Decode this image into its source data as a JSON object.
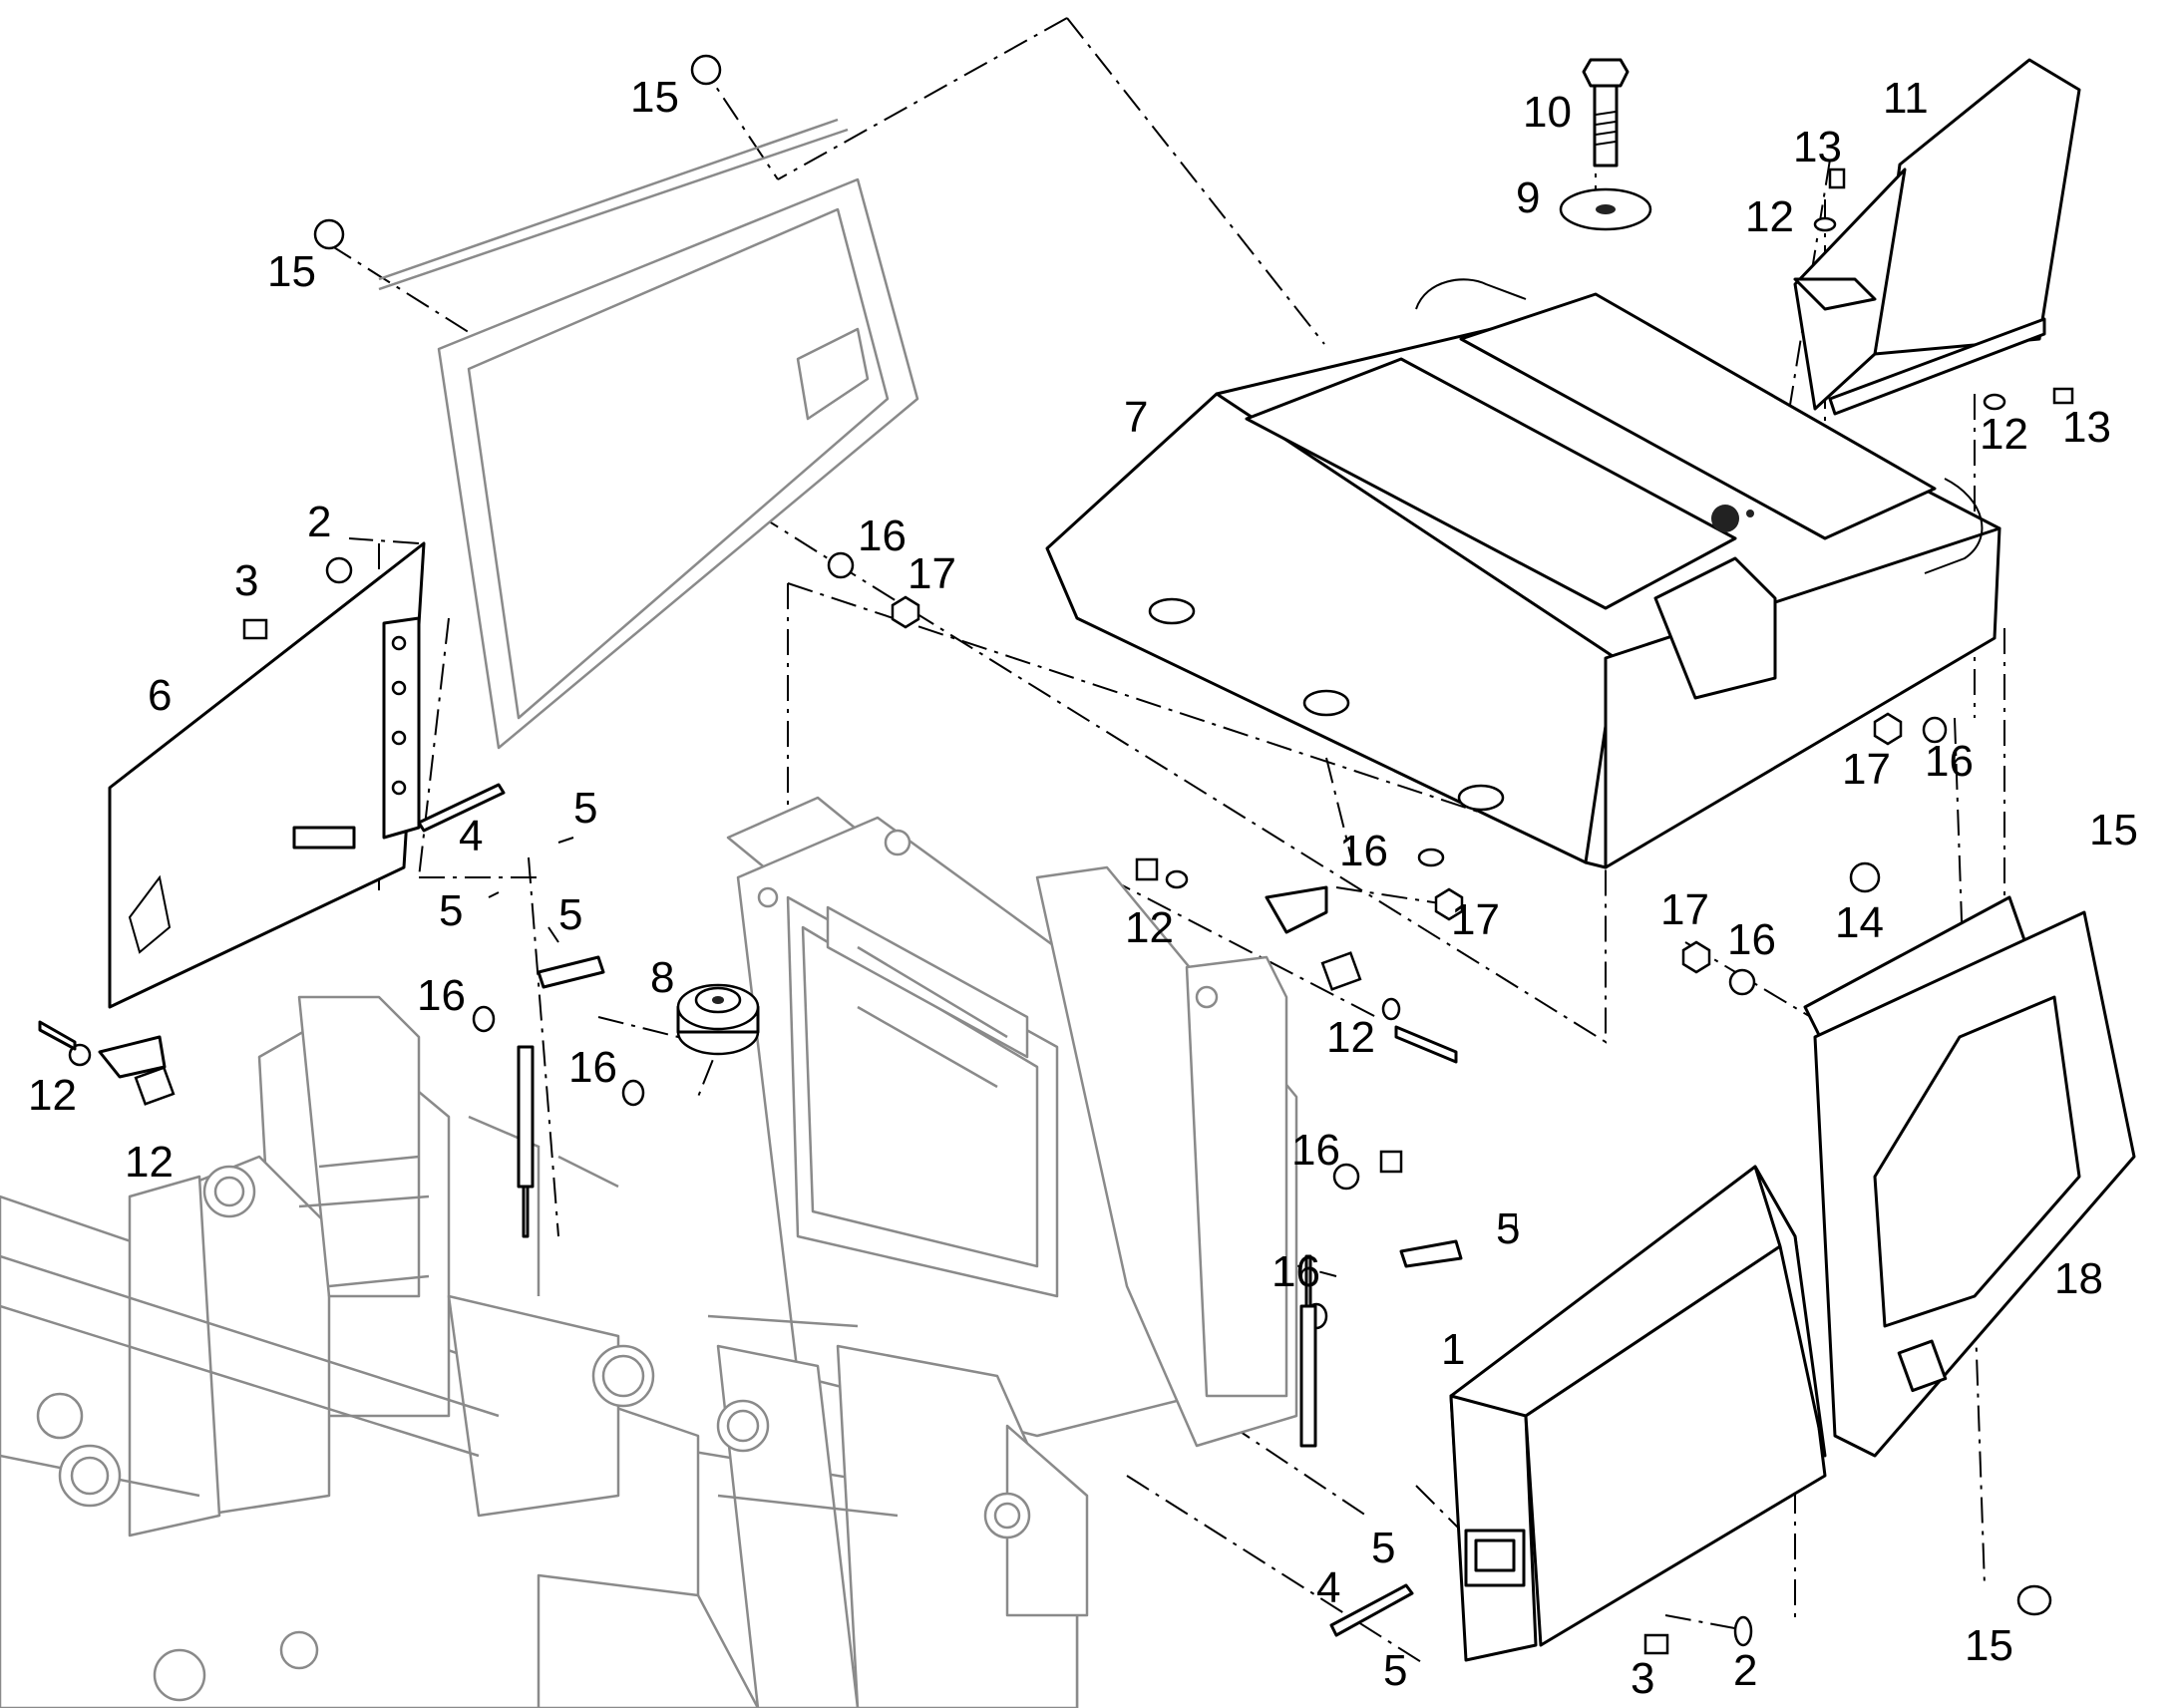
{
  "callouts": [
    {
      "id": "c15a",
      "text": "15"
    },
    {
      "id": "c15b",
      "text": "15"
    },
    {
      "id": "c2a",
      "text": "2"
    },
    {
      "id": "c3a",
      "text": "3"
    },
    {
      "id": "c6",
      "text": "6"
    },
    {
      "id": "c5a",
      "text": "5"
    },
    {
      "id": "c4a",
      "text": "4"
    },
    {
      "id": "c5b",
      "text": "5"
    },
    {
      "id": "c5c",
      "text": "5"
    },
    {
      "id": "c16a",
      "text": "16"
    },
    {
      "id": "c17a",
      "text": "17"
    },
    {
      "id": "c10",
      "text": "10"
    },
    {
      "id": "c9",
      "text": "9"
    },
    {
      "id": "c11",
      "text": "11"
    },
    {
      "id": "c13a",
      "text": "13"
    },
    {
      "id": "c12a",
      "text": "12"
    },
    {
      "id": "c7",
      "text": "7"
    },
    {
      "id": "c12b",
      "text": "12"
    },
    {
      "id": "c13b",
      "text": "13"
    },
    {
      "id": "c17b",
      "text": "17"
    },
    {
      "id": "c16b",
      "text": "16"
    },
    {
      "id": "c16c",
      "text": "16"
    },
    {
      "id": "c17c",
      "text": "17"
    },
    {
      "id": "c15c",
      "text": "15"
    },
    {
      "id": "c14",
      "text": "14"
    },
    {
      "id": "c17d",
      "text": "17"
    },
    {
      "id": "c16d",
      "text": "16"
    },
    {
      "id": "c12c",
      "text": "12"
    },
    {
      "id": "c16e",
      "text": "16"
    },
    {
      "id": "c8",
      "text": "8"
    },
    {
      "id": "c16f",
      "text": "16"
    },
    {
      "id": "c12d",
      "text": "12"
    },
    {
      "id": "c12e",
      "text": "12"
    },
    {
      "id": "c12f",
      "text": "12"
    },
    {
      "id": "c16g",
      "text": "16"
    },
    {
      "id": "c5d",
      "text": "5"
    },
    {
      "id": "c16h",
      "text": "16"
    },
    {
      "id": "c18",
      "text": "18"
    },
    {
      "id": "c1",
      "text": "1"
    },
    {
      "id": "c5e",
      "text": "5"
    },
    {
      "id": "c4b",
      "text": "4"
    },
    {
      "id": "c5f",
      "text": "5"
    },
    {
      "id": "c3b",
      "text": "3"
    },
    {
      "id": "c2b",
      "text": "2"
    },
    {
      "id": "c15d",
      "text": "15"
    }
  ]
}
